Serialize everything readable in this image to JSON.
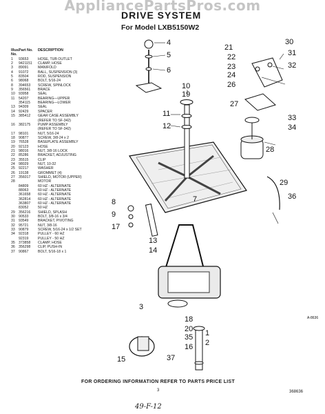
{
  "watermark": "AppliancePartsPros.com",
  "title": "DRIVE SYSTEM",
  "subtitle": "For Model LXB5150W2",
  "table": {
    "headers": [
      "Illus. No.",
      "Part No.",
      "DESCRIPTION"
    ],
    "rows": [
      [
        "1",
        "93653",
        "HOSE, TUB OUTLET"
      ],
      [
        "2",
        "9421151",
        "CLAMP, HOSE"
      ],
      [
        "3",
        "89091",
        "MANIFOLD"
      ],
      [
        "4",
        "91072",
        "BALL, SUSPENSION (3)"
      ],
      [
        "5",
        "83504",
        "ROD, SUSPENSION"
      ],
      [
        "6",
        "98068",
        "BOLT, 5/16-24"
      ],
      [
        "8",
        "394653",
        "SCREW, SPINLOCK"
      ],
      [
        "9",
        "356561",
        "BRACE"
      ],
      [
        "10",
        "93958",
        "SEAL"
      ],
      [
        "11",
        "54207",
        "BEARING—UPPER"
      ],
      [
        "",
        "354115",
        "BEARING—LOWER"
      ],
      [
        "13",
        "94309",
        "SEAL"
      ],
      [
        "14",
        "92429",
        "SPACER"
      ],
      [
        "15",
        "385412",
        "GEAR CASE ASSEMBLY"
      ],
      [
        "",
        "",
        "(REFER TO SF-342)"
      ],
      [
        "16",
        "382175",
        "PUMP ASSEMBLY"
      ],
      [
        "",
        "",
        "(REFER TO SF-342)"
      ],
      [
        "17",
        "98101",
        "NUT, 5/16-24"
      ],
      [
        "18",
        "90877",
        "SCREW, 3/8-24 x 2"
      ],
      [
        "19",
        "76528",
        "BASEPLATE ASSEMBLY"
      ],
      [
        "20",
        "92123",
        "HOSE"
      ],
      [
        "21",
        "98016",
        "NUT, 3/8-16 LOCK"
      ],
      [
        "22",
        "85286",
        "BRACKET, ADJUSTING"
      ],
      [
        "23",
        "35515",
        "CLIP"
      ],
      [
        "24",
        "98029",
        "NUT, 10-32"
      ],
      [
        "25",
        "92217",
        "WASHER"
      ],
      [
        "26",
        "19138",
        "GROMMET (4)"
      ],
      [
        "27",
        "356017",
        "SHIELD, MOTOR (UPPER)"
      ],
      [
        "28",
        "",
        "MOTOR"
      ],
      [
        "",
        "84809",
        "60 HZ - ALTERNATE"
      ],
      [
        "",
        "88063",
        "60 HZ - ALTERNATE"
      ],
      [
        "",
        "361658",
        "60 HZ - ALTERNATE"
      ],
      [
        "",
        "362814",
        "60 HZ - ALTERNATE"
      ],
      [
        "",
        "363807",
        "60 HZ - ALTERNATE"
      ],
      [
        "",
        "83052",
        "50 HZ"
      ],
      [
        "29",
        "356216",
        "SHIELD, SPLASH"
      ],
      [
        "30",
        "90533",
        "BOLT, 3/8-16 x 3/4"
      ],
      [
        "31",
        "93549",
        "BRACKET, PIVOTING"
      ],
      [
        "32",
        "95721",
        "NUT, 3/8-16"
      ],
      [
        "33",
        "90879",
        "SCREW, 5/16-24 x 1/2 SET"
      ],
      [
        "34",
        "92318",
        "PULLEY - 60 HZ"
      ],
      [
        "",
        "92319",
        "PULLEY - 50 HZ"
      ],
      [
        "35",
        "373858",
        "CLAMP, HOSE"
      ],
      [
        "36",
        "356298",
        "CLIP, PUSH-IN"
      ],
      [
        "37",
        "90867",
        "BOLT, 5/16-18 x 1"
      ]
    ]
  },
  "callouts": [
    "4",
    "5",
    "6",
    "10",
    "19",
    "11",
    "12",
    "7",
    "28",
    "27",
    "33",
    "34",
    "26",
    "24",
    "23",
    "22",
    "21",
    "30",
    "31",
    "32",
    "8",
    "9",
    "17",
    "13",
    "14",
    "29",
    "36",
    "3",
    "18",
    "20",
    "35",
    "16",
    "1",
    "2",
    "15",
    "37"
  ],
  "footer": "FOR ORDERING INFORMATION REFER TO PARTS PRICE LIST",
  "page_number": "3",
  "doc_code": "A-8636",
  "doc_number": "368636",
  "handwritten": "49-F-12"
}
